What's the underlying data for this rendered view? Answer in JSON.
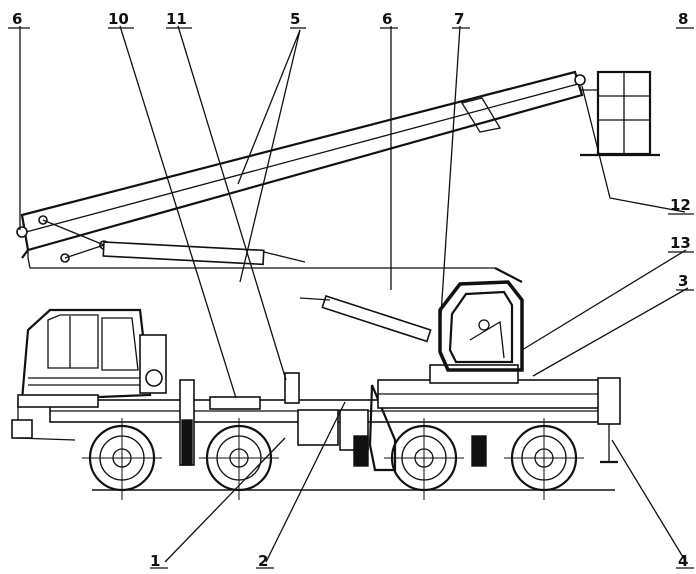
{
  "labels": {
    "l1": "1",
    "l2": "2",
    "l3": "3",
    "l4": "4",
    "l5": "5",
    "l6a": "6",
    "l6b": "6",
    "l7": "7",
    "l8": "8",
    "l10": "10",
    "l11": "11",
    "l12": "12",
    "l13": "13"
  },
  "colors": {
    "ink": "#111111",
    "paper": "#ffffff"
  }
}
